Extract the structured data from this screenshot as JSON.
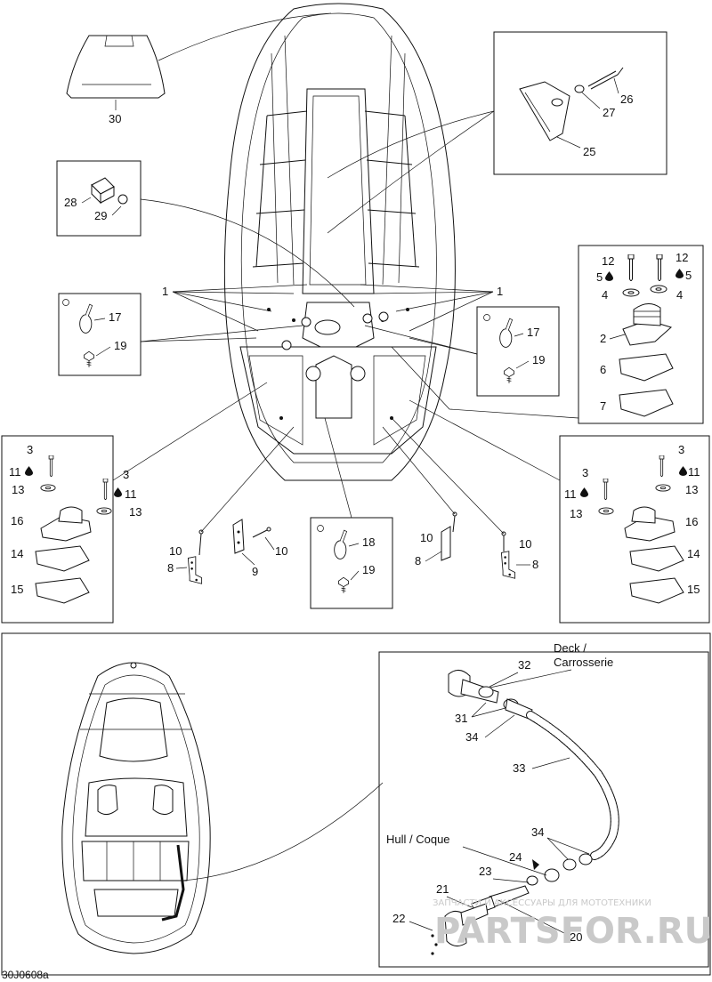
{
  "figure_code": "30J0608a",
  "captions": {
    "deck": "Deck /",
    "carrosserie": "Carrosserie",
    "hull": "Hull / Coque"
  },
  "callouts": {
    "c1": "1",
    "c2": "2",
    "c3": "3",
    "c4": "4",
    "c5": "5",
    "c6": "6",
    "c7": "7",
    "c8": "8",
    "c9": "9",
    "c10": "10",
    "c11": "11",
    "c12": "12",
    "c13": "13",
    "c14": "14",
    "c15": "15",
    "c16": "16",
    "c17": "17",
    "c18": "18",
    "c19": "19",
    "c20": "20",
    "c21": "21",
    "c22": "22",
    "c23": "23",
    "c24": "24",
    "c25": "25",
    "c26": "26",
    "c27": "27",
    "c28": "28",
    "c29": "29",
    "c30": "30",
    "c31": "31",
    "c32": "32",
    "c33": "33",
    "c34": "34"
  },
  "watermark": {
    "top": "ЗАПЧАСТИ И АКСЕССУАРЫ ДЛЯ МОТОТЕХНИКИ",
    "brand": "PARTSFOR.RU"
  },
  "colors": {
    "ink": "#111111",
    "watermark": "#c9c9c9",
    "background": "#ffffff"
  },
  "icons": [
    "drop-icon",
    "circle-symbol-icon"
  ]
}
